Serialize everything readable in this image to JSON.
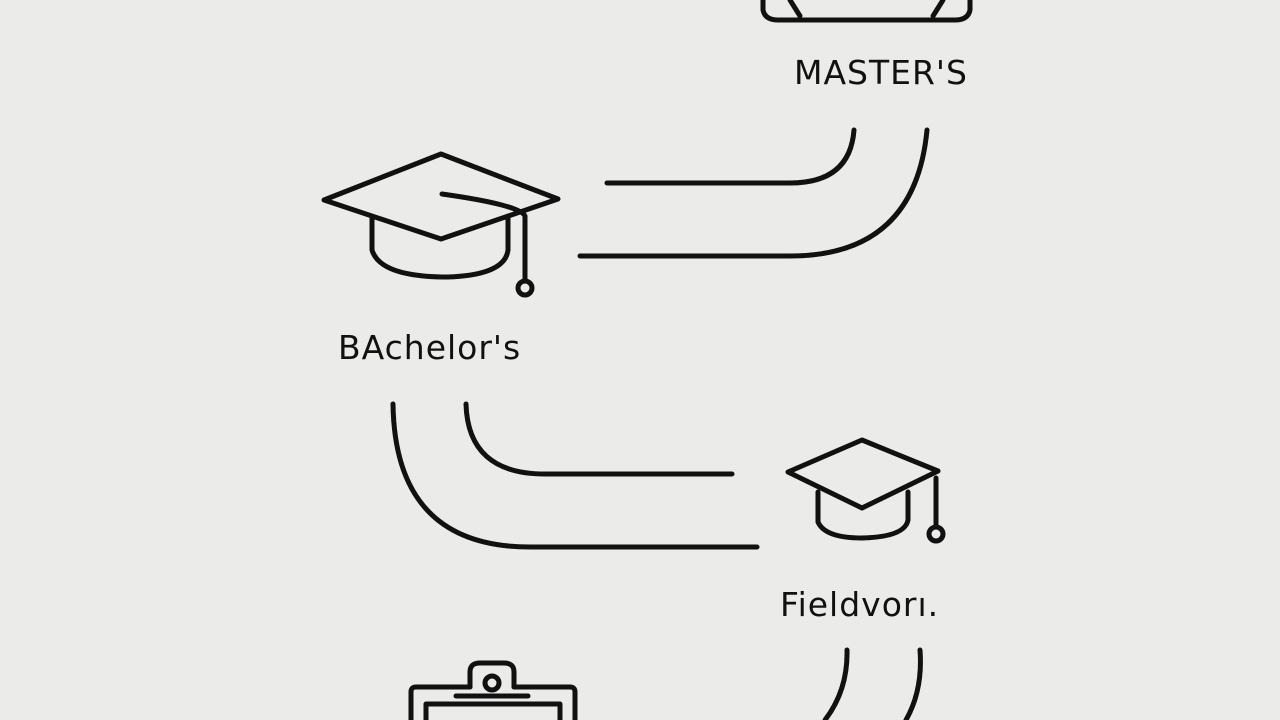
{
  "nodes": {
    "masters": {
      "label": "MASTER'S",
      "icon": "laptop-icon"
    },
    "bachelors": {
      "label": "BAchelor's",
      "icon": "graduation-cap-icon"
    },
    "fieldwork": {
      "label": "Fieldvorı.",
      "icon": "graduation-cap-icon"
    },
    "bottom": {
      "icon": "clipboard-icon"
    }
  },
  "colors": {
    "background": "#ebebe9",
    "stroke": "#111111"
  }
}
